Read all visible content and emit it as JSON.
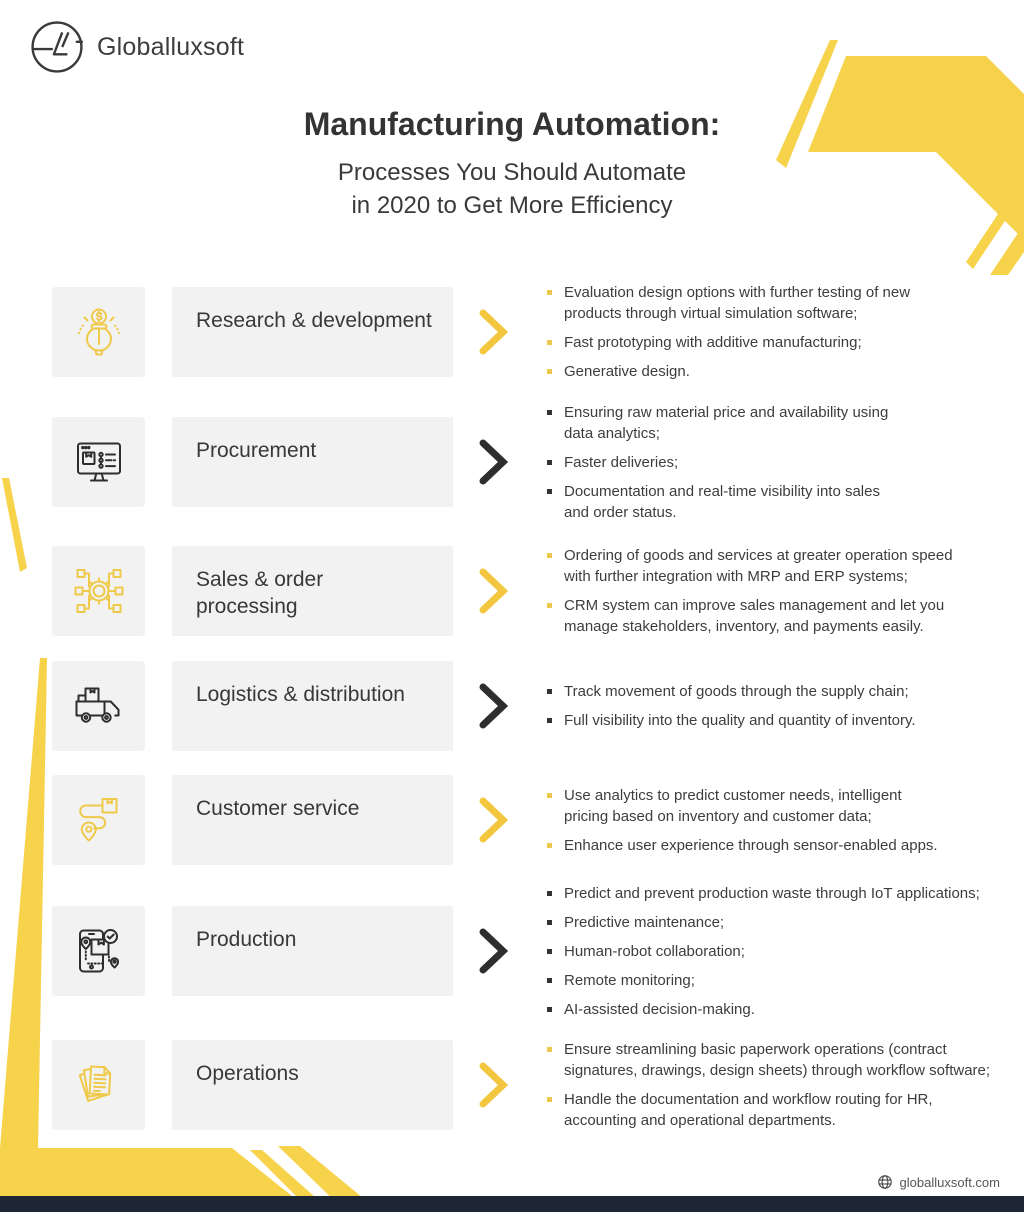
{
  "brand": {
    "name": "Globalluxsoft"
  },
  "header": {
    "title": "Manufacturing Automation:",
    "subtitle": "Processes You Should Automate\nin 2020 to Get More Efficiency"
  },
  "rows": [
    {
      "id": "research-development",
      "label": "Research & development",
      "theme": "yellow",
      "icon": "lightbulb-dollar-icon",
      "bullets": [
        "Evaluation design options with further testing of new\nproducts through virtual simulation software;",
        "Fast prototyping with additive manufacturing;",
        "Generative design."
      ]
    },
    {
      "id": "procurement",
      "label": "Procurement",
      "theme": "dark",
      "icon": "monitor-checklist-icon",
      "bullets": [
        "Ensuring raw material price and availability using\ndata analytics;",
        "Faster deliveries;",
        "Documentation and real-time visibility into sales\nand order status."
      ]
    },
    {
      "id": "sales-order-processing",
      "label": "Sales & order\nprocessing",
      "theme": "yellow",
      "icon": "gear-network-icon",
      "bullets": [
        "Ordering of goods and services at greater operation speed\nwith further integration with MRP and ERP systems;",
        "CRM system can improve sales management and let you\nmanage stakeholders, inventory, and payments easily."
      ]
    },
    {
      "id": "logistics-distribution",
      "label": "Logistics & distribution",
      "theme": "dark",
      "icon": "truck-boxes-icon",
      "bullets": [
        "Track movement of goods through the supply chain;",
        "Full visibility into the quality and quantity of inventory."
      ]
    },
    {
      "id": "customer-service",
      "label": "Customer service",
      "theme": "yellow",
      "icon": "route-pin-icon",
      "bullets": [
        "Use analytics to predict customer needs, intelligent\npricing based on inventory and customer data;",
        "Enhance user experience through sensor-enabled apps."
      ]
    },
    {
      "id": "production",
      "label": "Production",
      "theme": "dark",
      "icon": "phone-package-icon",
      "bullets": [
        "Predict and prevent production waste through IoT applications;",
        "Predictive maintenance;",
        "Human-robot collaboration;",
        "Remote monitoring;",
        "AI-assisted decision-making."
      ]
    },
    {
      "id": "operations",
      "label": "Operations",
      "theme": "yellow",
      "icon": "documents-icon",
      "bullets": [
        "Ensure streamlining basic paperwork operations (contract\nsignatures, drawings, design sheets) through workflow software;",
        "Handle the documentation and workflow routing for HR,\naccounting and operational departments."
      ]
    }
  ],
  "footer": {
    "website": "globalluxsoft.com",
    "icon": "globe-icon"
  },
  "colors": {
    "accent_yellow": "#F2CA4D",
    "decor_yellow": "#F7D24B",
    "dark": "#2F2F2F",
    "box_gray": "#F2F2F2",
    "footer_bar": "#1C2634",
    "footer_text": "#555555"
  }
}
